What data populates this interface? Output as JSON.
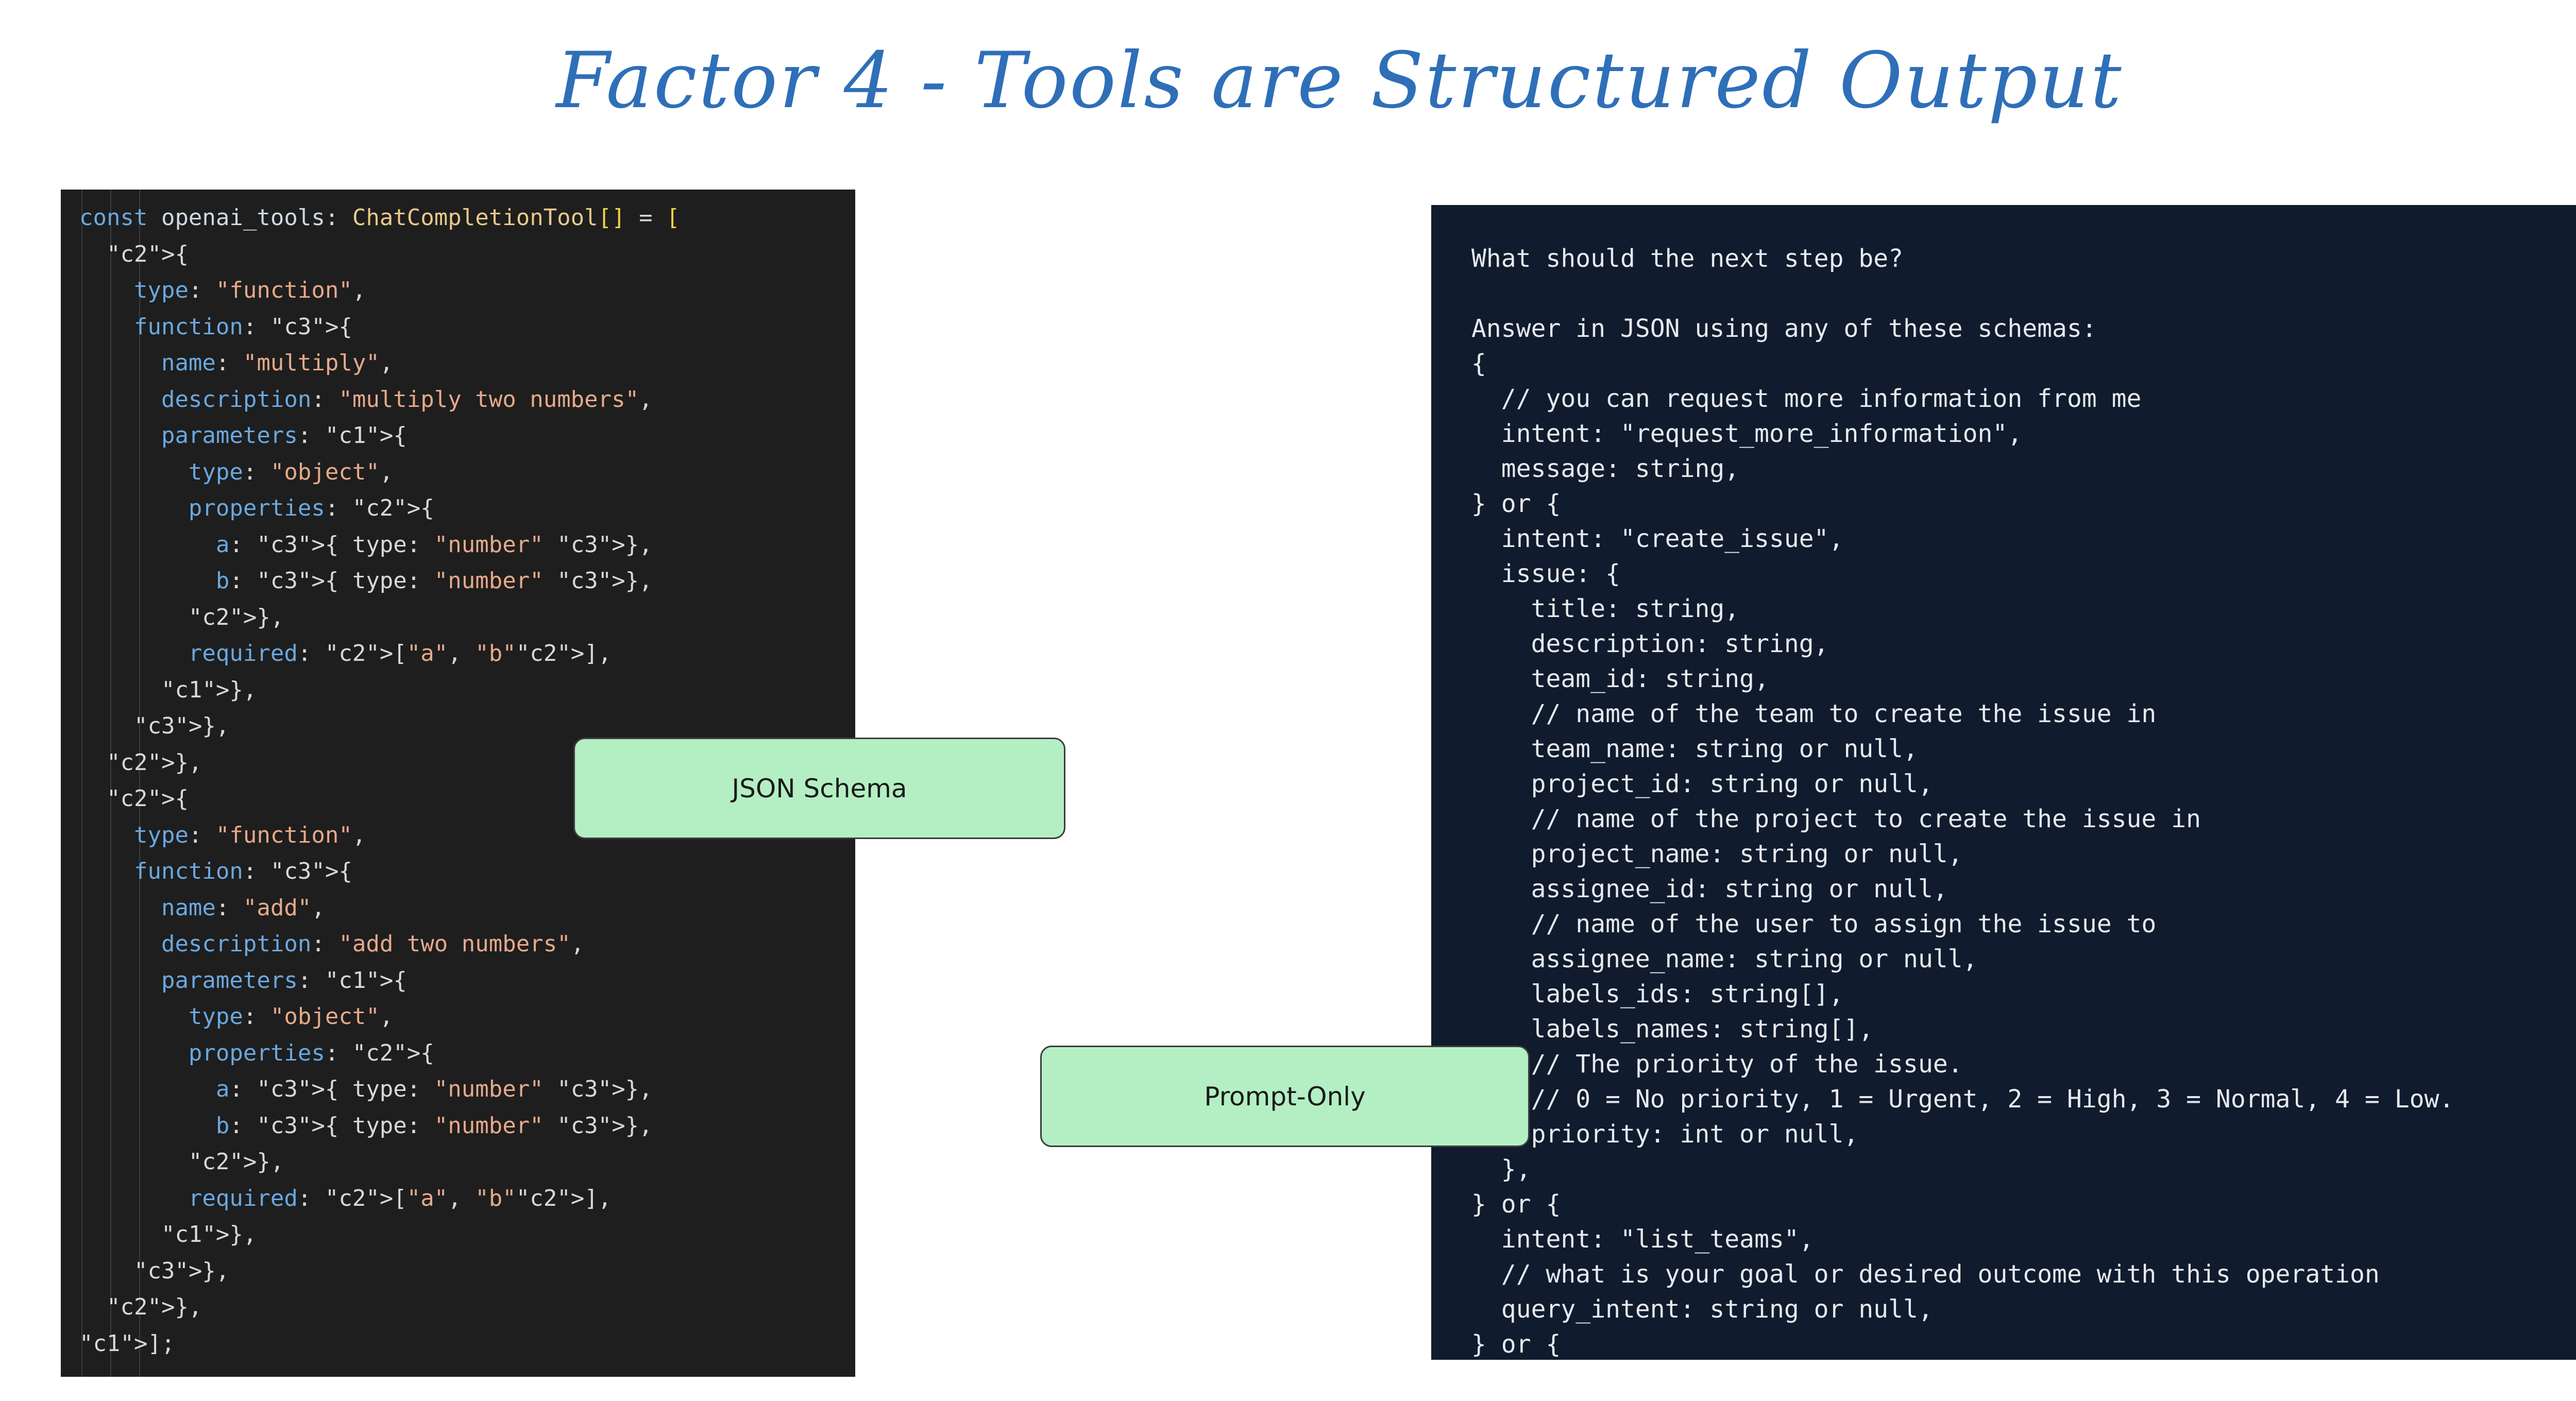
{
  "title": "Factor 4 - Tools are Structured Output",
  "labels": {
    "json_schema": "JSON Schema",
    "prompt_only": "Prompt-Only"
  },
  "code_lines": [
    "const openai_tools: ChatCompletionTool[] = [",
    "  {",
    "    type: \"function\",",
    "    function: {",
    "      name: \"multiply\",",
    "      description: \"multiply two numbers\",",
    "      parameters: {",
    "        type: \"object\",",
    "        properties: {",
    "          a: { type: \"number\" },",
    "          b: { type: \"number\" },",
    "        },",
    "        required: [\"a\", \"b\"],",
    "      },",
    "    },",
    "  },",
    "  {",
    "    type: \"function\",",
    "    function: {",
    "      name: \"add\",",
    "      description: \"add two numbers\",",
    "      parameters: {",
    "        type: \"object\",",
    "        properties: {",
    "          a: { type: \"number\" },",
    "          b: { type: \"number\" },",
    "        },",
    "        required: [\"a\", \"b\"],",
    "      },",
    "    },",
    "  },",
    "];"
  ],
  "prompt_lines": [
    "What should the next step be?",
    "",
    "Answer in JSON using any of these schemas:",
    "{",
    "  // you can request more information from me",
    "  intent: \"request_more_information\",",
    "  message: string,",
    "} or {",
    "  intent: \"create_issue\",",
    "  issue: {",
    "    title: string,",
    "    description: string,",
    "    team_id: string,",
    "    // name of the team to create the issue in",
    "    team_name: string or null,",
    "    project_id: string or null,",
    "    // name of the project to create the issue in",
    "    project_name: string or null,",
    "    assignee_id: string or null,",
    "    // name of the user to assign the issue to",
    "    assignee_name: string or null,",
    "    labels_ids: string[],",
    "    labels_names: string[],",
    "    // The priority of the issue.",
    "    // 0 = No priority, 1 = Urgent, 2 = High, 3 = Normal, 4 = Low.",
    "    priority: int or null,",
    "  },",
    "} or {",
    "  intent: \"list_teams\",",
    "  // what is your goal or desired outcome with this operation",
    "  query_intent: string or null,",
    "} or {"
  ]
}
